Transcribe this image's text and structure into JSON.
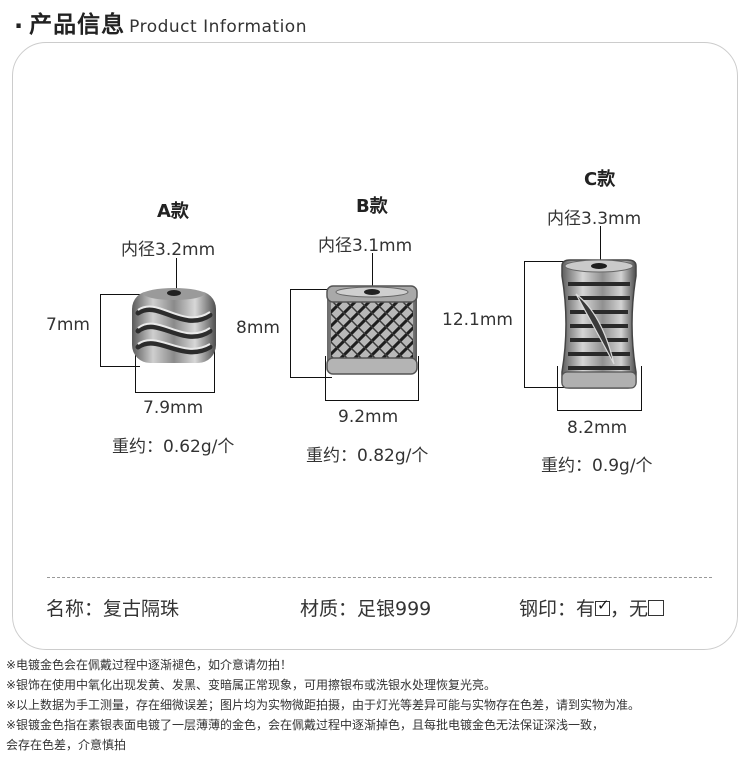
{
  "header": {
    "bullet": "·",
    "title_cn": "产品信息",
    "title_en": "Product Information"
  },
  "products": [
    {
      "title": "A款",
      "inner": "内径3.2mm",
      "height": "7mm",
      "width": "7.9mm",
      "weight": "重约：0.62g/个"
    },
    {
      "title": "B款",
      "inner": "内径3.1mm",
      "height": "8mm",
      "width": "9.2mm",
      "weight": "重约：0.82g/个"
    },
    {
      "title": "C款",
      "inner": "内径3.3mm",
      "height": "12.1mm",
      "width": "8.2mm",
      "weight": "重约：0.9g/个"
    }
  ],
  "specs": {
    "name": "名称：复古隔珠",
    "material": "材质：足银999",
    "stamp_label": "钢印：有",
    "stamp_sep": "，无",
    "check_glyph": "✓"
  },
  "notes": [
    "※电镀金色会在佩戴过程中逐渐褪色，如介意请勿拍！",
    "※银饰在使用中氧化出现发黄、发黑、变暗属正常现象，可用擦银布或洗银水处理恢复光亮。",
    "※以上数据为手工测量，存在细微误差；图片均为实物微距拍摄，由于灯光等差异可能与实物存在色差，请到实物为准。",
    "※银镀金色指在素银表面电镀了一层薄薄的金色，会在佩戴过程中逐渐掉色，且每批电镀金色无法保证深浅一致，",
    "会存在色差，介意慎拍"
  ]
}
